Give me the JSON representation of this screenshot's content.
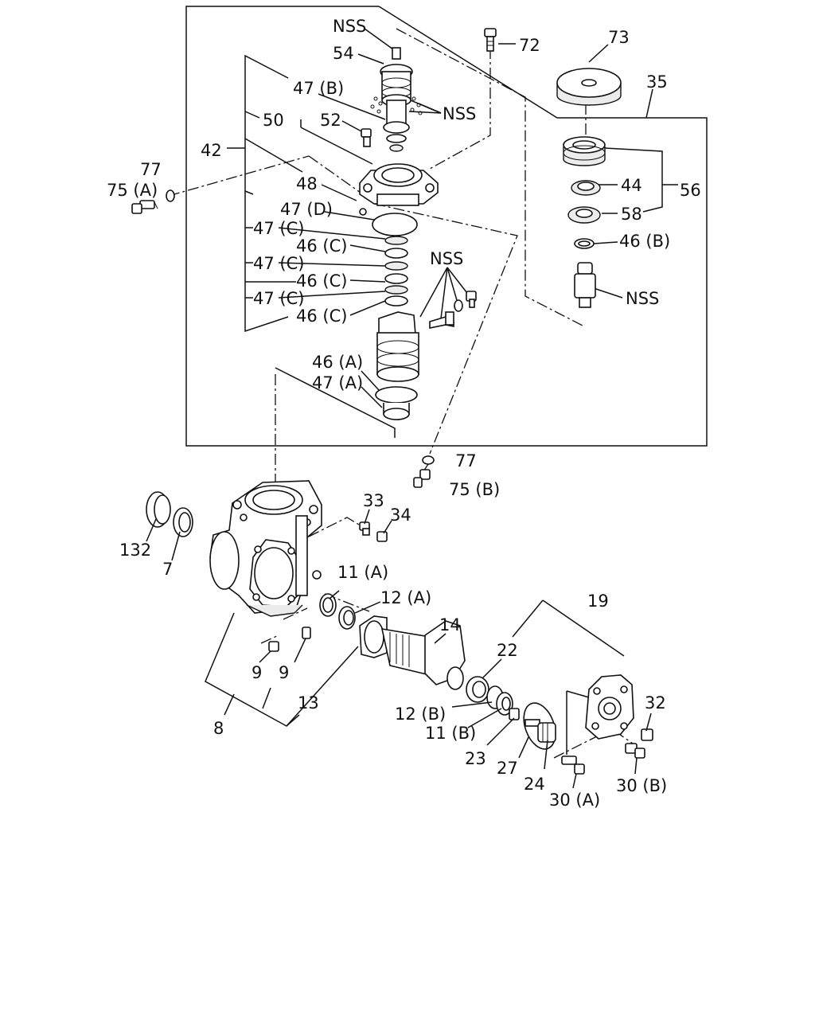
{
  "labels": {
    "nss_top": "NSS",
    "p72": "72",
    "p73": "73",
    "p54": "54",
    "p47b": "47 (B)",
    "nss_balls": "NSS",
    "p35": "35",
    "p50": "50",
    "p52": "52",
    "p42": "42",
    "p77_left": "77",
    "p75a": "75 (A)",
    "p48": "48",
    "p47d": "47 (D)",
    "p44": "44",
    "p56": "56",
    "p58": "58",
    "p47c_1": "47 (C)",
    "p46b": "46 (B)",
    "p46c_1": "46 (C)",
    "p47c_2": "47 (C)",
    "nss_mid": "NSS",
    "p46c_2": "46 (C)",
    "p47c_3": "47 (C)",
    "nss_right": "NSS",
    "p46c_3": "46 (C)",
    "p46a": "46 (A)",
    "p47a": "47 (A)",
    "p77_bottom": "77",
    "p75b": "75 (B)",
    "p33": "33",
    "p34": "34",
    "p132": "132",
    "p7": "7",
    "p11a": "11 (A)",
    "p12a": "12 (A)",
    "p19": "19",
    "p14": "14",
    "p22": "22",
    "p9_left": "9",
    "p9_right": "9",
    "p13": "13",
    "p32": "32",
    "p12b": "12 (B)",
    "p8": "8",
    "p11b": "11 (B)",
    "p23": "23",
    "p27": "27",
    "p24": "24",
    "p30b": "30 (B)",
    "p30a": "30 (A)"
  }
}
